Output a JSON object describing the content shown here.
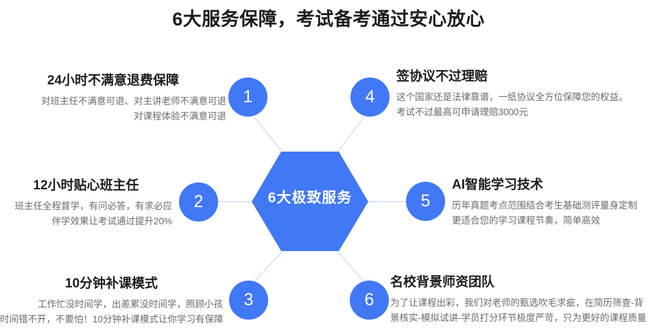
{
  "page": {
    "title": "6大服务保障，考试备考通过安心放心",
    "accent_color": "#4178F5",
    "hexagon_color": "#4178F5",
    "connector_color": "#cfdcfb",
    "title_color": "#1c1c1c",
    "body_text_color": "#6a6a6a",
    "background_color": "#ffffff"
  },
  "center": {
    "label": "6大极致服务"
  },
  "items": [
    {
      "number": "1",
      "title": "24小时不满意退费保障",
      "desc_lines": [
        "对班主任不满意可退、对主讲老师不满意可退",
        "对课程体验不满意可退"
      ]
    },
    {
      "number": "2",
      "title": "12小时贴心班主任",
      "desc_lines": [
        "班主任全程督学，有问必答，有求必应",
        "伴学效果让考试通过提升20%"
      ]
    },
    {
      "number": "3",
      "title": "10分钟补课模式",
      "desc_lines": [
        "工作忙没时间学，出差累没时间学，照顾小孩",
        "时间错不开，不要怕！10分钟补课模式让你学习有保障"
      ]
    },
    {
      "number": "4",
      "title": "签协议不过理赔",
      "desc_lines": [
        "这个国家还是法律靠谱，一纸协议全方位保障您的权益。",
        "考试不过最高可申请理赔3000元"
      ]
    },
    {
      "number": "5",
      "title": "AI智能学习技术",
      "desc_lines": [
        "历年真题考点范围结合考生基础测评量身定制",
        "更适合您的学习课程节奏，简单高效"
      ]
    },
    {
      "number": "6",
      "title": "名校背景师资团队",
      "desc_lines": [
        "为了让课程出彩，我们对老师的甄选吹毛求疵，在简历筛查-背",
        "景核实-模拟试讲-学员打分环节极度严苛，只为更好的课程质量"
      ]
    }
  ]
}
